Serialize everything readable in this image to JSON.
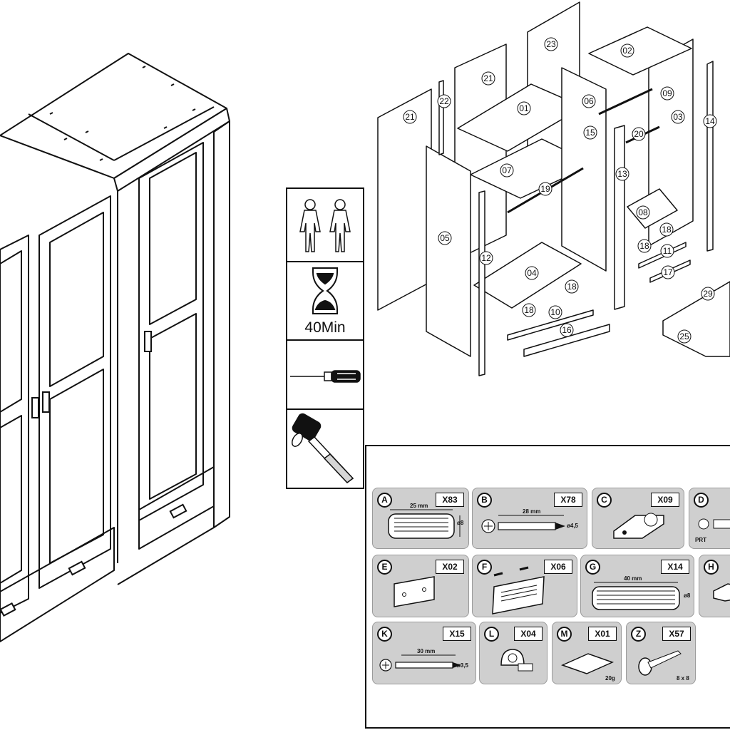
{
  "tools": {
    "time_label": "40Min"
  },
  "parts": [
    "01",
    "02",
    "03",
    "04",
    "05",
    "06",
    "07",
    "09",
    "10",
    "11",
    "12",
    "13",
    "14",
    "15",
    "16",
    "17",
    "18",
    "19",
    "20",
    "21",
    "22",
    "23",
    "25",
    "29"
  ],
  "hardware": [
    {
      "letter": "A",
      "qty": "X83",
      "length": "25 mm",
      "diameter": "ø8"
    },
    {
      "letter": "B",
      "qty": "X78",
      "length": "28 mm",
      "diameter": "ø4,5"
    },
    {
      "letter": "C",
      "qty": "X09"
    },
    {
      "letter": "D",
      "qty": "",
      "note": "PRT"
    },
    {
      "letter": "E",
      "qty": "X02"
    },
    {
      "letter": "F",
      "qty": "X06"
    },
    {
      "letter": "G",
      "qty": "X14",
      "length": "40 mm",
      "diameter": "ø8"
    },
    {
      "letter": "H",
      "qty": ""
    },
    {
      "letter": "K",
      "qty": "X15",
      "length": "30 mm",
      "diameter": "ø3,5"
    },
    {
      "letter": "L",
      "qty": "X04"
    },
    {
      "letter": "M",
      "qty": "X01",
      "note": "20g"
    },
    {
      "letter": "Z",
      "qty": "X57",
      "note": "8 x 8"
    }
  ]
}
